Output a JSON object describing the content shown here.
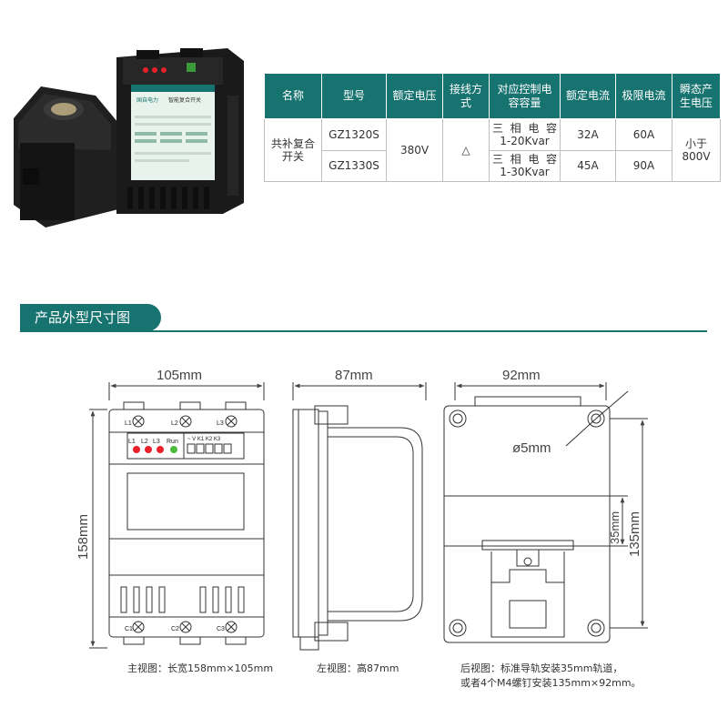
{
  "product_photo": {
    "brand": "国自电力",
    "title": "智能复合开关"
  },
  "table": {
    "headers": [
      "名称",
      "型号",
      "额定电压",
      "接线方式",
      "对应控制电容容量",
      "额定电流",
      "极限电流",
      "瞬态产生电压"
    ],
    "name": "共补复合开关",
    "voltage": "380V",
    "wiring": "△",
    "transient": "小于800V",
    "rows": [
      {
        "model": "GZ1320S",
        "capacity_a": "三相电容",
        "capacity_b": "1-20Kvar",
        "current": "32A",
        "limit": "60A"
      },
      {
        "model": "GZ1330S",
        "capacity_a": "三相电容",
        "capacity_b": "1-30Kvar",
        "current": "45A",
        "limit": "90A"
      }
    ]
  },
  "section_title": "产品外型尺寸图",
  "front": {
    "width_dim": "105mm",
    "height_dim": "158mm",
    "terminals_top": [
      "L1",
      "L2",
      "L3"
    ],
    "terminals_bottom": [
      "C1",
      "C2",
      "C3"
    ],
    "leds": [
      "L1",
      "L2",
      "L3"
    ],
    "run_label": "Run",
    "control_pins": "~ V K1 K2 K3",
    "caption": "主视图：长宽158mm×105mm"
  },
  "side": {
    "depth_dim": "87mm",
    "caption": "左视图：高87mm"
  },
  "back": {
    "width_dim": "92mm",
    "hole_dim": "ø5mm",
    "rail_dim": "35mm",
    "mount_dim": "135mm",
    "caption_line1": "后视图：标准导轨安装35mm轨道，",
    "caption_line2": "或者4个M4螺钉安装135mm×92mm。"
  },
  "colors": {
    "accent": "#17736f",
    "led_red": "#e8202a",
    "led_green": "#4cbb3c"
  }
}
